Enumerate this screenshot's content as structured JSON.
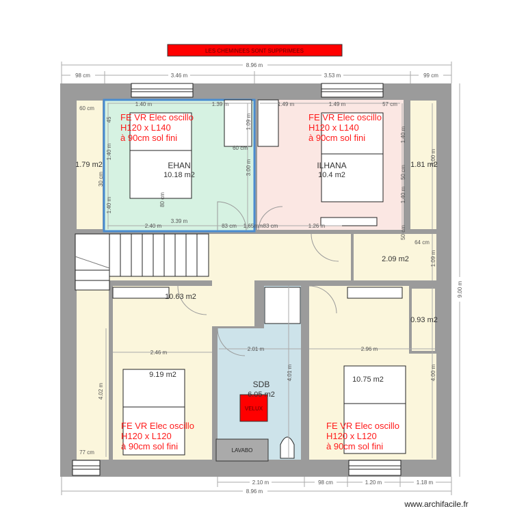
{
  "banner": {
    "text": "LES CHEMINEES SONT SUPPRIMEES",
    "color": "#ff0000"
  },
  "colors": {
    "wall": "#9b9b9b",
    "cream": "#fbf6dc",
    "ehan": "#d6f2e2",
    "ilhana": "#fbe7e3",
    "sdb": "#cde3ea",
    "ehan_border": "#4a8cd0",
    "note": "#ff1a1a"
  },
  "dimensions": {
    "top_total": "8.96 m",
    "top": [
      "98 cm",
      "3.46 m",
      "3.53 m",
      "99 cm"
    ],
    "bottom": [
      "2.10 m",
      "98 cm",
      "1.20 m",
      "1.18 m"
    ],
    "bottom_total": "8.96 m",
    "right_total": "9.00 m",
    "inner": [
      "60 cm",
      "1.40 m",
      "1.39 m",
      "1.49 m",
      "1.49 m",
      "57 cm",
      "45",
      "1.40 m",
      "30 cm",
      "1.40 m",
      "1.09 m",
      "60 cm",
      "3.00 m",
      "80 cm",
      "2.40 m",
      "3.39 m",
      "83 cm",
      "1.65mm83 cm",
      "1.26 m",
      "1.40 m",
      "50 cm",
      "1.40 m",
      "3.00 m",
      "50 cm",
      "64 cm",
      "1.09 m",
      "2.46 m",
      "2.01 m",
      "2.96 m",
      "4.01 m",
      "4.00 m",
      "4.02 m",
      "77 cm"
    ]
  },
  "rooms": [
    {
      "name": "EHAN",
      "area": "10.18 m2"
    },
    {
      "name": "ILHANA",
      "area": "10.4 m2"
    },
    {
      "name": "SDB",
      "area": "6.05 m2"
    },
    {
      "name": "",
      "area": "1.79 m2"
    },
    {
      "name": "",
      "area": "1.81 m2"
    },
    {
      "name": "",
      "area": "2.09 m2"
    },
    {
      "name": "",
      "area": "10.63 m2"
    },
    {
      "name": "",
      "area": "0.93 m2"
    },
    {
      "name": "",
      "area": "9.19 m2"
    },
    {
      "name": "",
      "area": "10.75 m2"
    }
  ],
  "notes": [
    {
      "lines": [
        "FE VR Elec oscillo",
        "H120 x L140",
        "à 90cm sol fini"
      ]
    },
    {
      "lines": [
        "FE VR Elec oscillo",
        "H120 x L140",
        "à 90cm sol fini"
      ]
    },
    {
      "lines": [
        "FE VR Elec oscillo",
        "H120 x L120",
        "à 90cm sol fini"
      ]
    },
    {
      "lines": [
        "FE VR Elec oscillo",
        "H120 x L120",
        "à 90cm sol fini"
      ]
    }
  ],
  "fixtures": {
    "velux": "VELUX",
    "lavabo": "LAVABO"
  },
  "watermark": "www.archifacile.fr"
}
